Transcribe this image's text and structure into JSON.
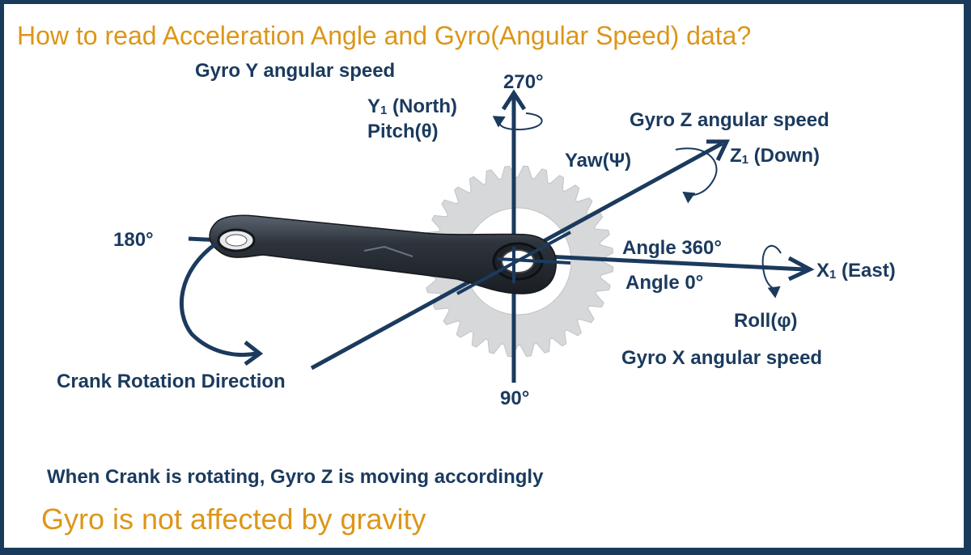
{
  "title": "How to read Acceleration Angle and Gyro(Angular Speed) data?",
  "labels": {
    "gyro_y": "Gyro Y angular speed",
    "angle_270": "270°",
    "y1_name": "Y",
    "y1_sub": "1",
    "y1_dir": " (North)",
    "pitch": "Pitch(θ)",
    "gyro_z": "Gyro Z angular speed",
    "yaw": "Yaw(Ψ)",
    "z1_name": "Z",
    "z1_sub": "1",
    "z1_dir": " (Down)",
    "angle_180": "180°",
    "angle_360": "Angle 360°",
    "angle_0": "Angle 0°",
    "x1_name": "X",
    "x1_sub": "1",
    "x1_dir": " (East)",
    "roll": "Roll(φ)",
    "gyro_x": "Gyro X angular speed",
    "crank_direction": "Crank Rotation Direction",
    "angle_90": "90°"
  },
  "notes": {
    "crank_rotating": "When Crank is rotating, Gyro Z is moving accordingly",
    "gravity": "Gyro is not affected by gravity"
  },
  "colors": {
    "axis": "#1b3a5e",
    "title": "#dc9619",
    "chainring": "#d6d8da",
    "crank_arm": "#2a2f36"
  }
}
